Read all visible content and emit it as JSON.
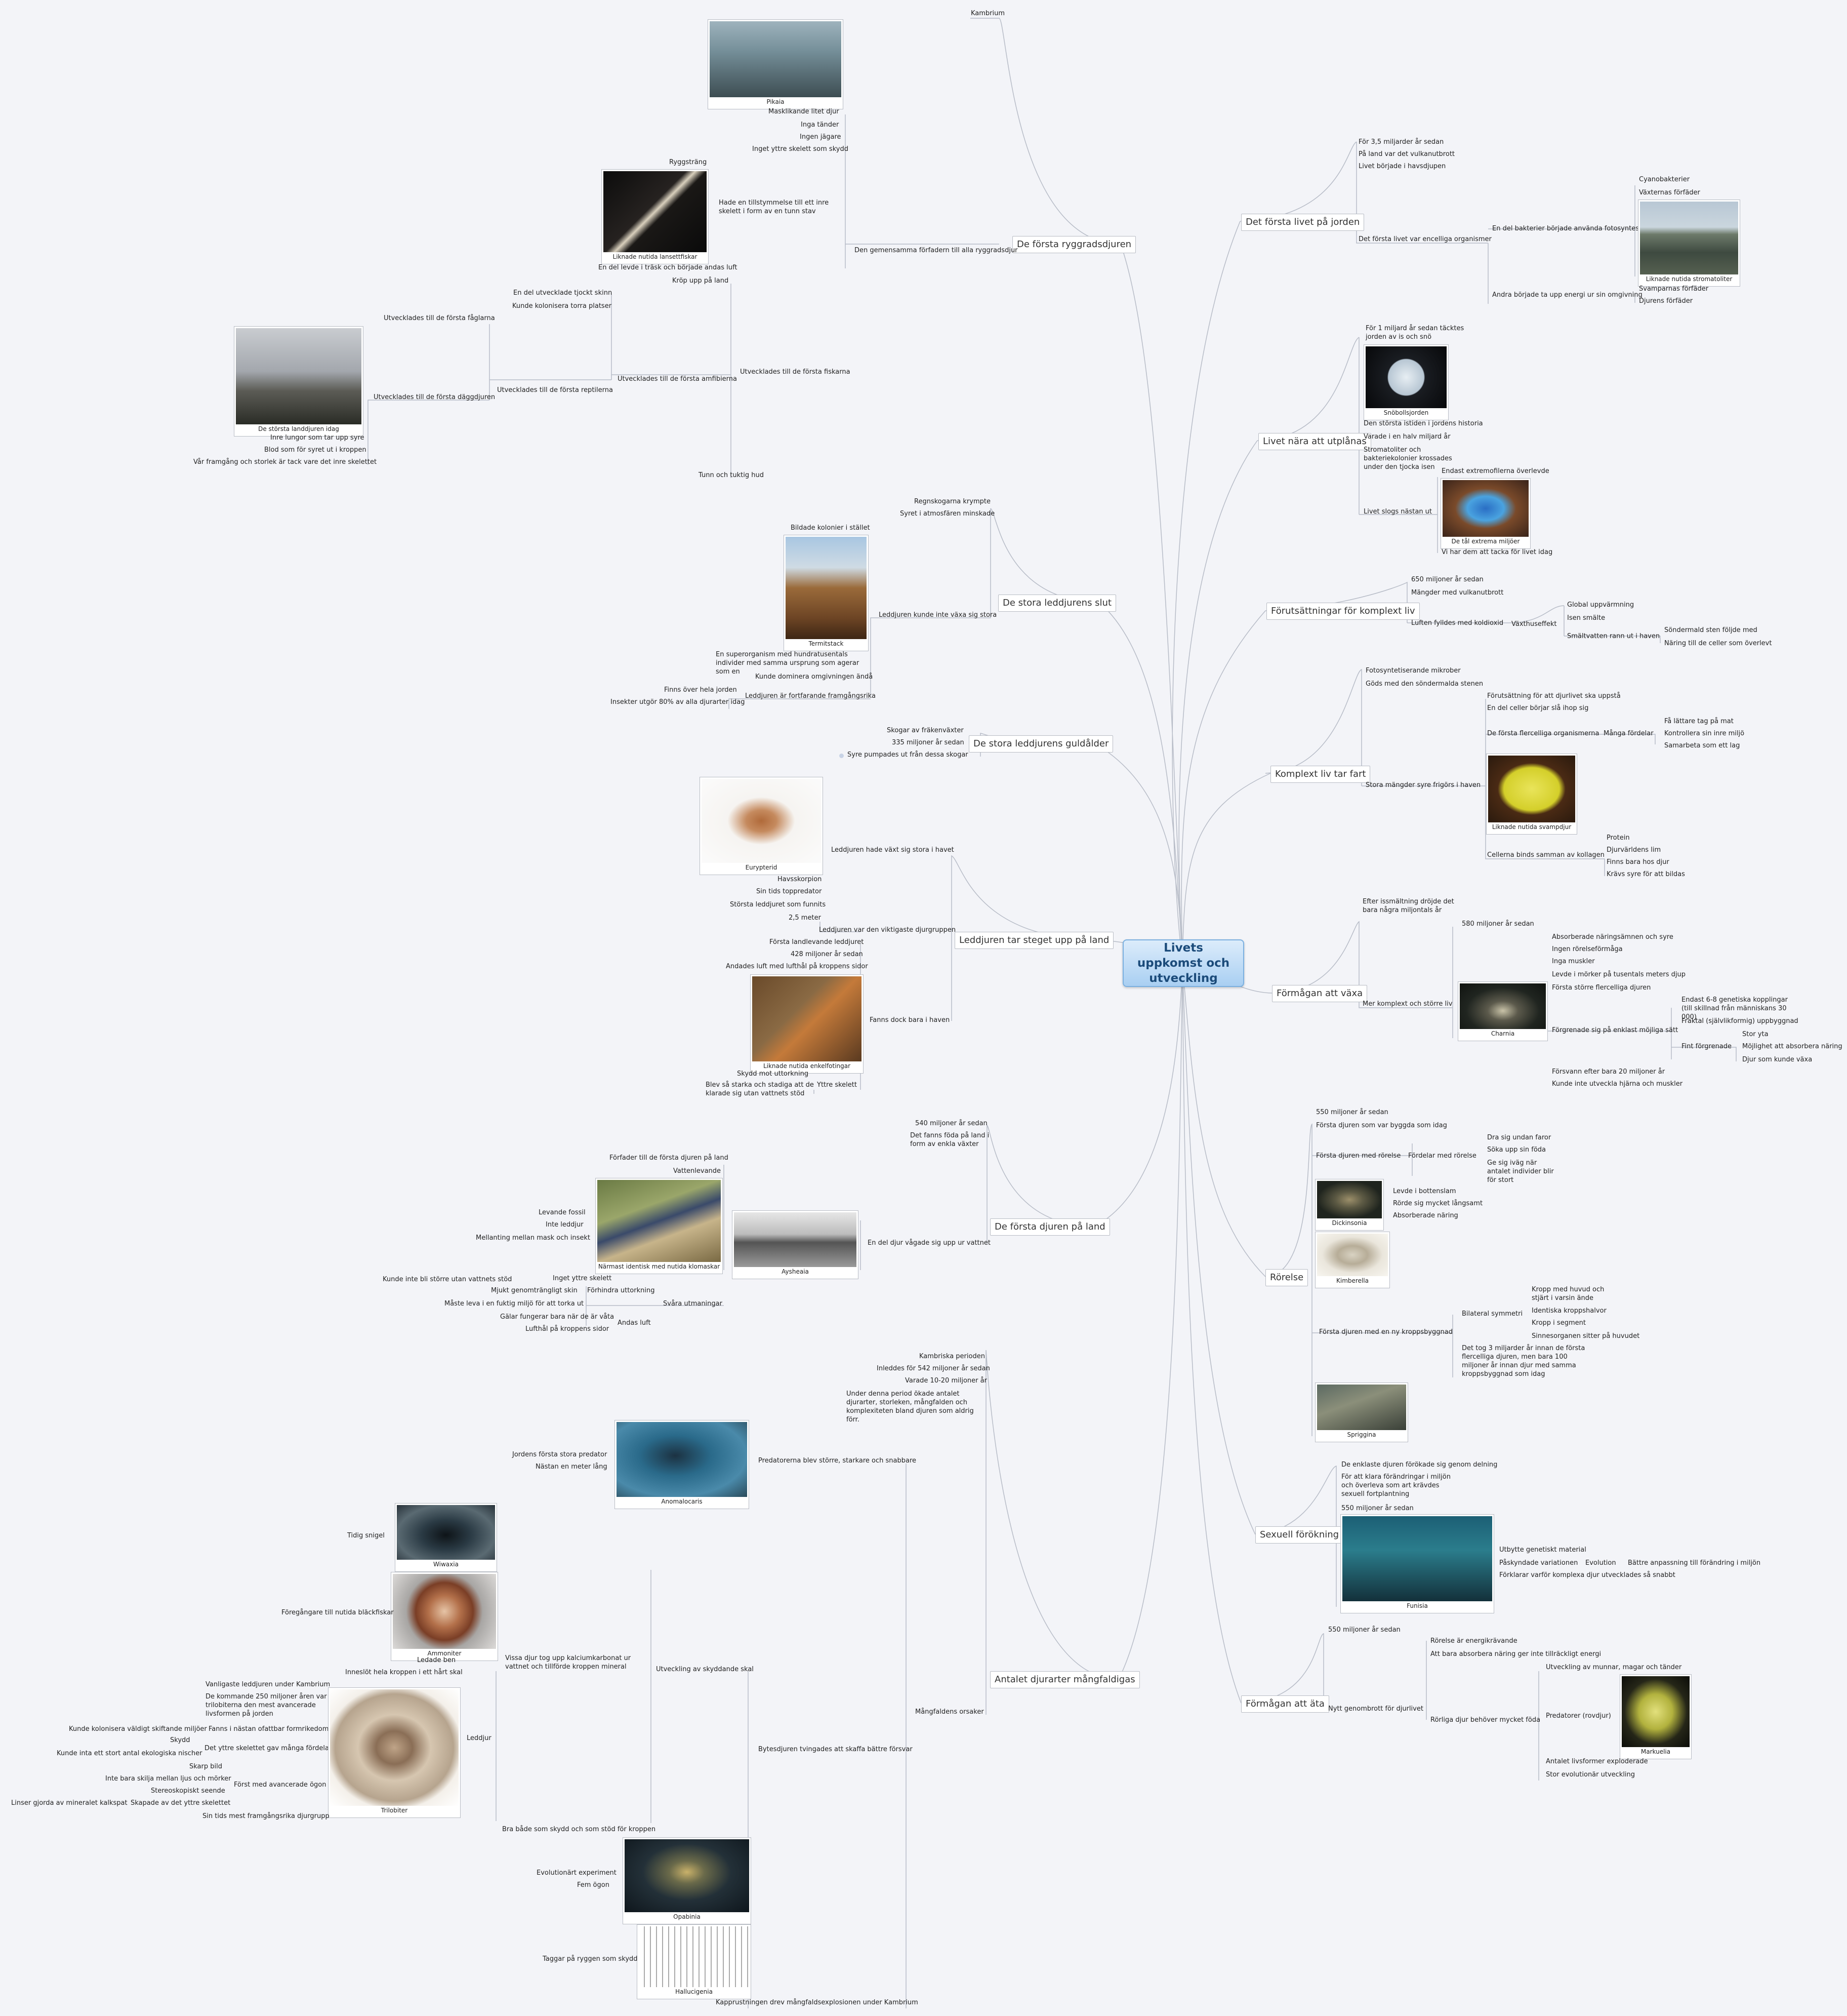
{
  "root": {
    "title": "Livets uppkomst och utveckling"
  },
  "right": {
    "b1": {
      "title": "Det första livet på jorden",
      "s1": "För 3,5 miljarder år sedan",
      "s2": "På land var det vulkanutbrott",
      "s3": "Livet började i havsdjupen",
      "s4": "Det första livet var encelliga organismer",
      "s5": "En del bakterier började använda fotosyntes",
      "s6": "Cyanobakterier",
      "s7": "Växternas förfäder",
      "img": "Liknade nutida stromatoliter",
      "s8": "Andra började ta upp energi ur sin omgivning",
      "s9": "Svamparnas förfäder",
      "s10": "Djurens förfäder"
    },
    "b2": {
      "title": "Livet nära att utplånas",
      "s1": "För 1 miljard år sedan täcktes jorden av is och snö",
      "img1": "Snöbollsjorden",
      "s2": "Den största istiden i jordens historia",
      "s3": "Varade i en halv miljard år",
      "s4": "Stromatoliter och bakteriekolonier krossades under den tjocka isen",
      "s5": "Livet slogs nästan ut",
      "s6": "Endast extremofilerna överlevde",
      "img2": "De tål extrema miljöer",
      "s7": "Vi har dem att tacka för livet idag"
    },
    "b3": {
      "title": "Förutsättningar för komplext liv",
      "s1": "650 miljoner år sedan",
      "s2": "Mängder med vulkanutbrott",
      "s3": "Luften fylldes med koldioxid",
      "s4": "Växthuseffekt",
      "s5": "Global uppvärmning",
      "s6": "Isen smälte",
      "s7": "Smältvatten rann ut i haven",
      "s8": "Söndermald sten följde med",
      "s9": "Näring till de celler som överlevt"
    },
    "b4": {
      "title": "Komplext liv tar fart",
      "s1": "Fotosyntetiserande mikrober",
      "s2": "Göds med den söndermalda stenen",
      "s3": "Stora mängder syre frigörs i haven",
      "s4": "Förutsättning för att djurlivet ska uppstå",
      "s5": "En del celler börjar slå ihop sig",
      "s6": "De första flercelliga organismerna",
      "s7": "Många fördelar",
      "s8": "Få lättare tag på mat",
      "s9": "Kontrollera sin inre miljö",
      "s10": "Samarbeta som ett lag",
      "img": "Liknade nutida svampdjur",
      "s11": "Cellerna binds samman av kollagen",
      "s12": "Protein",
      "s13": "Djurvärldens lim",
      "s14": "Finns bara hos djur",
      "s15": "Krävs syre för att bildas"
    },
    "b5": {
      "title": "Förmågan att växa",
      "s1": "Efter issmältning dröjde det bara några miljontals år",
      "s2": "580 miljoner år sedan",
      "s3": "Mer komplext och större liv",
      "img": "Charnia",
      "s4": "Absorberade näringsämnen och syre",
      "s5": "Ingen rörelseförmåga",
      "s6": "Inga muskler",
      "s7": "Levde i mörker på tusentals meters djup",
      "s8": "Första större flercelliga djuren",
      "s9": "Förgrenade sig på enklast möjliga sätt",
      "s10": "Endast 6-8 genetiska kopplingar (till skillnad från människans 30 000)",
      "s11": "Fraktal (självlikformig) uppbyggnad",
      "s12": "Fint förgrenade",
      "s13": "Stor yta",
      "s14": "Möjlighet att absorbera näring",
      "s15": "Djur som kunde växa",
      "s16": "Försvann efter bara 20 miljoner år",
      "s17": "Kunde inte utveckla hjärna och muskler"
    },
    "b6": {
      "title": "Rörelse",
      "s1": "550 miljoner år sedan",
      "s2": "Första djuren som var byggda som idag",
      "s3": "Första djuren med rörelse",
      "s4": "Fördelar med rörelse",
      "s5": "Dra sig undan faror",
      "s6": "Söka upp sin föda",
      "s7": "Ge sig iväg när antalet individer blir för stort",
      "img1": "Dickinsonia",
      "s8": "Levde i bottenslam",
      "s9": "Rörde sig mycket långsamt",
      "s10": "Absorberade näring",
      "img2": "Kimberella",
      "s11": "Första djuren med en ny kroppsbyggnad",
      "s12": "Bilateral symmetri",
      "s13": "Kropp med huvud och stjärt i varsin ände",
      "s14": "Identiska kroppshalvor",
      "s15": "Kropp i segment",
      "s16": "Sinnesorganen sitter på huvudet",
      "s17": "Det tog 3 miljarder år innan de första flercelliga djuren, men bara 100 miljoner år innan djur med samma kroppsbyggnad som idag",
      "img3": "Spriggina"
    },
    "b7": {
      "title": "Sexuell förökning",
      "s1": "De enklaste djuren förökade sig genom delning",
      "s2": "För att klara förändringar i miljön och överleva som art krävdes sexuell fortplantning",
      "s3": "550 miljoner år sedan",
      "img": "Funisia",
      "s4": "Utbytte genetiskt material",
      "s5": "Påskyndade variationen",
      "s6": "Evolution",
      "s7": "Bättre anpassning till förändring i miljön",
      "s8": "Förklarar varför komplexa djur utvecklades så snabbt"
    },
    "b8": {
      "title": "Förmågan att äta",
      "s1": "550 miljoner år sedan",
      "s2": "Nytt genombrott för djurlivet",
      "s3": "Rörelse är energikrävande",
      "s4": "Att bara absorbera näring ger inte tillräckligt energi",
      "s5": "Rörliga djur behöver mycket föda",
      "s6": "Utveckling av munnar, magar och tänder",
      "s7": "Predatorer (rovdjur)",
      "img": "Markuelia",
      "s8": "Antalet livsformer exploderade",
      "s9": "Stor evolutionär utveckling"
    }
  },
  "left": {
    "b1": {
      "title": "De första ryggradsdjuren",
      "s1": "Kambrium",
      "img1": "Pikaia",
      "s2": "Masklikande litet djur",
      "s3": "Inga tänder",
      "s4": "Ingen jägare",
      "s5": "Inget yttre skelett som skydd",
      "s6": "Ryggsträng",
      "s7": "Hade en tillstymmelse till ett inre skelett i form av en tunn stav",
      "img2": "Liknade nutida lansettfiskar",
      "s8": "En del levde i träsk och började andas luft",
      "s9": "Den gemensamma förfadern till alla ryggradsdjur",
      "s10": "Kröp upp på land",
      "s11": "Utvecklades till de första fiskarna",
      "s12": "En del utvecklade tjockt skinn",
      "s13": "Kunde kolonisera torra platser",
      "s14": "Utvecklades till de första amfibierna",
      "s15": "Utvecklades till de första fåglarna",
      "s16": "Utvecklades till de första reptilerna",
      "s17": "Utvecklades till de första däggdjuren",
      "img3": "De största landdjuren idag",
      "s18": "Inre lungor som tar upp syre",
      "s19": "Blod som för syret ut i kroppen",
      "s20": "Vår framgång och storlek är tack vare det inre skelettet",
      "s21": "Tunn och tuktig hud"
    },
    "b2": {
      "title": "De stora leddjurens slut",
      "s1": "Regnskogarna krympte",
      "s2": "Syret i atmosfären minskade",
      "s3": "Bildade kolonier i stället",
      "img": "Termitstack",
      "s4": "Leddjuren kunde inte växa sig stora",
      "s5": "En superorganism med hundratusentals individer med samma ursprung som agerar som en",
      "s6": "Kunde dominera omgivningen ändå",
      "s7": "Finns över hela jorden",
      "s8": "Insekter utgör 80% av alla djurarter idag",
      "s9": "Leddjuren är fortfarande framgångsrika"
    },
    "b3": {
      "title": "De stora leddjurens guldålder",
      "s1": "Skogar av fräkenväxter",
      "s2": "335 miljoner år sedan",
      "s3": "Syre pumpades ut från dessa skogar"
    },
    "b4": {
      "title": "Leddjuren tar steget upp på land",
      "img1": "Eurypterid",
      "s1": "Leddjuren hade växt sig stora i havet",
      "s2": "Havsskorpion",
      "s3": "Sin tids toppredator",
      "s4": "Största leddjuret som funnits",
      "s5": "2,5 meter",
      "s6": "Leddjuren var den viktigaste djurgruppen",
      "s7": "Första landlevande leddjuret",
      "s8": "428 miljoner år sedan",
      "s9": "Andades luft med lufthål på kroppens sidor",
      "img2": "Liknade nutida enkelfotingar",
      "s10": "Fanns dock bara i haven",
      "s11": "Skydd mot uttorkning",
      "s12": "Yttre skelett",
      "s13": "Blev så starka och stadiga att de klarade sig utan vattnets stöd"
    },
    "b5": {
      "title": "De första djuren på land",
      "s1": "540 miljoner år sedan",
      "s2": "Det fanns föda på land i form av enkla växter",
      "s3": "Förfader till de första djuren på land",
      "s4": "Vattenlevande",
      "s5": "Levande fossil",
      "s6": "Inte leddjur",
      "s7": "Mellanting mellan mask och insekt",
      "img1": "Närmast identisk med nutida klomaskar",
      "img2": "Aysheaia",
      "s8": "En del djur vågade sig upp ur vattnet",
      "s9": "Kunde inte bli större utan vattnets stöd",
      "s10": "Inget yttre skelett",
      "s11": "Mjukt genomträngligt skin",
      "s12": "Förhindra uttorkning",
      "s13": "Måste leva i en fuktig miljö för att torka ut",
      "s14": "Svåra utmaningar",
      "s15": "Gälar fungerar bara när de är våta",
      "s16": "Andas luft",
      "s17": "Lufthål på kroppens sidor"
    },
    "b6": {
      "title": "Antalet djurarter mångfaldigas",
      "s1": "Kambriska perioden",
      "s2": "Inleddes för 542 miljoner år sedan",
      "s3": "Varade 10-20 miljoner år",
      "s4": "Under denna period ökade antalet djurarter, storleken, mångfalden och komplexiteten bland djuren som aldrig förr.",
      "s5": "Mångfaldens orsaker",
      "s6": "Predatorerna blev större, starkare och snabbare",
      "img1": "Anomalocaris",
      "s7": "Jordens första stora predator",
      "s8": "Nästan en meter lång",
      "img2": "Wiwaxia",
      "s9": "Tidig snigel",
      "img3": "Ammoniter",
      "s10": "Föregångare till nutida bläckfiskar",
      "s11": "Vissa djur tog upp kalciumkarbonat ur vattnet och tillförde kroppen mineral",
      "s12": "Utveckling av skyddande skal",
      "s13": "Leddjur",
      "s14": "Ledade ben",
      "s15": "Inneslöt hela kroppen i ett hårt skal",
      "s16": "Vanligaste leddjuren under Kambrium",
      "s17": "De kommande 250 miljoner åren var trilobiterna den mest avancerade livsformen på jorden",
      "s18": "Fanns i nästan ofattbar formrikedom",
      "s19": "Kunde kolonisera väldigt skiftande miljöer",
      "s20": "Skydd",
      "s21": "Det yttre skelettet gav många fördelar",
      "s22": "Kunde inta ett stort antal ekologiska nischer",
      "s23": "Skarp bild",
      "s24": "Inte bara skilja mellan ljus och mörker",
      "s25": "Först med avancerade ögon",
      "s26": "Stereoskopiskt seende",
      "s27": "Skapade av det yttre skelettet",
      "s28": "Linser gjorda av mineralet kalkspat",
      "img4": "Trilobiter",
      "s29": "Sin tids mest framgångsrika djurgrupp",
      "s30": "Bytesdjuren tvingades att skaffa bättre försvar",
      "s31": "Bra både som skydd och som stöd för kroppen",
      "img5": "Opabinia",
      "s32": "Evolutionärt experiment",
      "s33": "Fem ögon",
      "img6": "Hallucigenia",
      "s34": "Taggar på ryggen som skydd",
      "s35": "Kapprustningen drev mångfaldsexplosionen under Kambrium"
    }
  },
  "colors": {
    "line": "#b7bcc7",
    "rootBorder": "#7bb0e0",
    "rootText": "#1b4b7a",
    "bg": "#f3f4f8"
  }
}
